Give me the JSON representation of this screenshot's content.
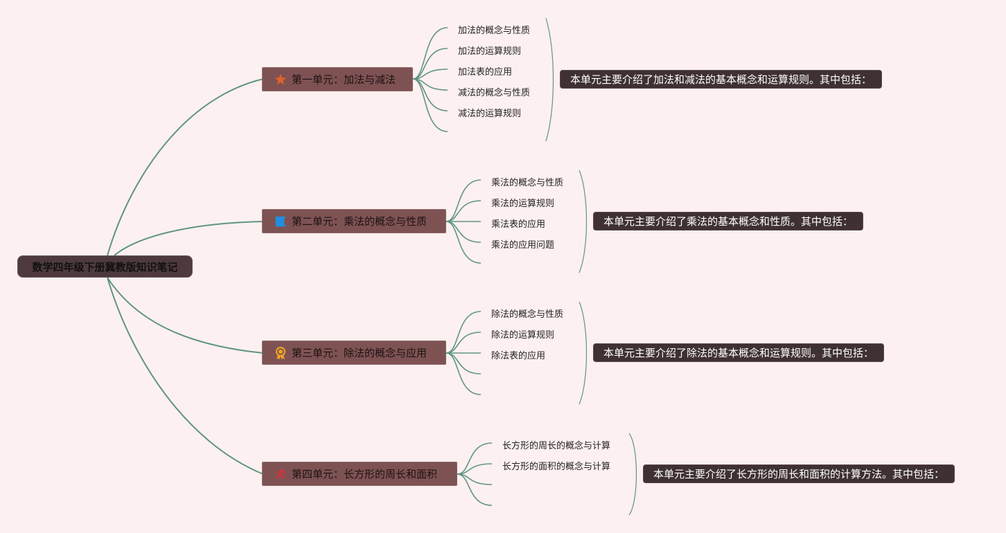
{
  "root": {
    "label": "数学四年级下册冀教版知识笔记"
  },
  "units": [
    {
      "label": "第一单元：加法与减法",
      "icon": "star-icon",
      "icon_color": "#e0622a",
      "items": [
        "加法的概念与性质",
        "加法的运算规则",
        "加法表的应用",
        "减法的概念与性质",
        "减法的运算规则"
      ],
      "summary": "本单元主要介绍了加法和减法的基本概念和运算规则。其中包括："
    },
    {
      "label": "第二单元：乘法的概念与性质",
      "icon": "flag-icon",
      "icon_color": "#1f8ee0",
      "items": [
        "乘法的概念与性质",
        "乘法的运算规则",
        "乘法表的应用",
        "乘法的应用问题"
      ],
      "summary": "本单元主要介绍了乘法的基本概念和性质。其中包括："
    },
    {
      "label": "第三单元：除法的概念与应用",
      "icon": "medal-icon",
      "icon_color": "#f2a623",
      "items": [
        "除法的概念与性质",
        "除法的运算规则",
        "除法表的应用"
      ],
      "summary": "本单元主要介绍了除法的基本概念和运算规则。其中包括："
    },
    {
      "label": "第四单元：长方形的周长和面积",
      "icon": "tools-icon",
      "icon_color": "#d6323c",
      "items": [
        "长方形的周长的概念与计算",
        "长方形的面积的概念与计算"
      ],
      "summary": "本单元主要介绍了长方形的周长和面积的计算方法。其中包括："
    }
  ],
  "colors": {
    "line": "#5f9484",
    "background": "#fdf0f0"
  }
}
